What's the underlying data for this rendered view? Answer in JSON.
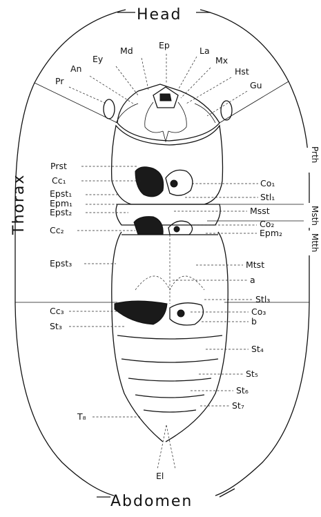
{
  "regions": {
    "head": "Head",
    "thorax": "Thorax",
    "abdomen": "Abdomen",
    "prothorax": "Prth",
    "mesothorax": "Msth",
    "metathorax": "Mtth"
  },
  "labels": {
    "ep": "Ep",
    "md": "Md",
    "la": "La",
    "ey": "Ey",
    "mx": "Mx",
    "an": "An",
    "hst": "Hst",
    "pr": "Pr",
    "gu": "Gu",
    "prst": "Prst",
    "cc1": "Cc₁",
    "epst1": "Epst₁",
    "epm1": "Epm₁",
    "epst2": "Epst₂",
    "cc2": "Cc₂",
    "epst3": "Epst₃",
    "cc3": "Cc₃",
    "st3_left": "St₃",
    "t": "T₈",
    "el": "El",
    "co1": "Co₁",
    "stl1": "Stl₁",
    "msst": "Msst",
    "co2": "Co₂",
    "epm2": "Epm₂",
    "mtst": "Mtst",
    "a": "a",
    "stl3": "Stl₃",
    "co3": "Co₃",
    "b": "b",
    "st4": "St₄",
    "st5": "St₅",
    "st6": "St₆",
    "st7": "St₇"
  }
}
